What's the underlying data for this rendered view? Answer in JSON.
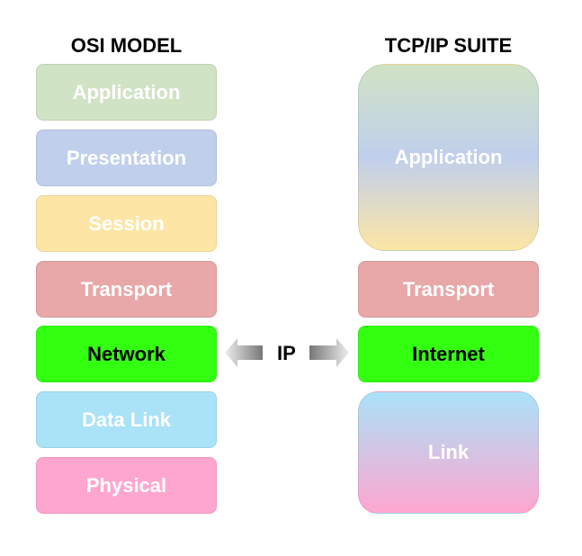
{
  "osi": {
    "title": "OSI MODEL",
    "layers": [
      "Application",
      "Presentation",
      "Session",
      "Transport",
      "Network",
      "Data Link",
      "Physical"
    ]
  },
  "tcpip": {
    "title": "TCP/IP SUITE",
    "layers": [
      "Application",
      "Transport",
      "Internet",
      "Link"
    ]
  },
  "bridge": {
    "label": "IP"
  },
  "colors": {
    "application": "#d0e3c4",
    "presentation": "#c0cfec",
    "session": "#fde6a5",
    "transport": "#e8a8a8",
    "network": "#33ff11",
    "datalink": "#aae2f8",
    "physical": "#ffa6d0"
  }
}
